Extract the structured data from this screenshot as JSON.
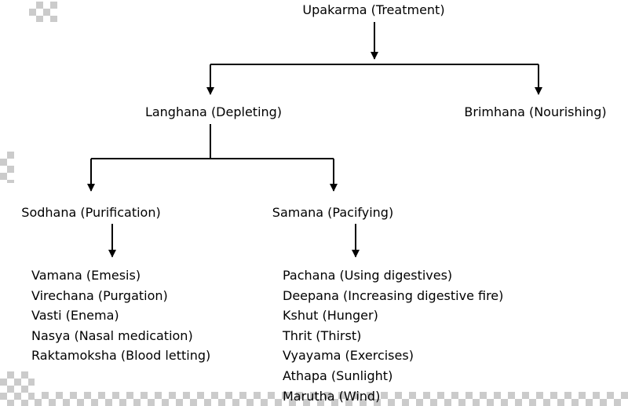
{
  "diagram": {
    "root": {
      "label": "Upakarma (Treatment)"
    },
    "branches": {
      "langhana": {
        "label": "Langhana (Depleting)"
      },
      "brimhana": {
        "label": "Brimhana (Nourishing)"
      },
      "sodhana": {
        "label": "Sodhana (Purification)"
      },
      "samana": {
        "label": "Samana (Pacifying)"
      }
    },
    "sodhana_items": [
      "Vamana (Emesis)",
      "Virechana (Purgation)",
      "Vasti (Enema)",
      "Nasya (Nasal medication)",
      "Raktamoksha (Blood letting)"
    ],
    "samana_items": [
      "Pachana (Using digestives)",
      "Deepana (Increasing digestive fire)",
      "Kshut (Hunger)",
      "Thrit (Thirst)",
      "Vyayama (Exercises)",
      "Athapa (Sunlight)",
      "Marutha (Wind)"
    ],
    "colors": {
      "line": "#000000",
      "text": "#000000",
      "checker": "#cbcbcb"
    }
  }
}
